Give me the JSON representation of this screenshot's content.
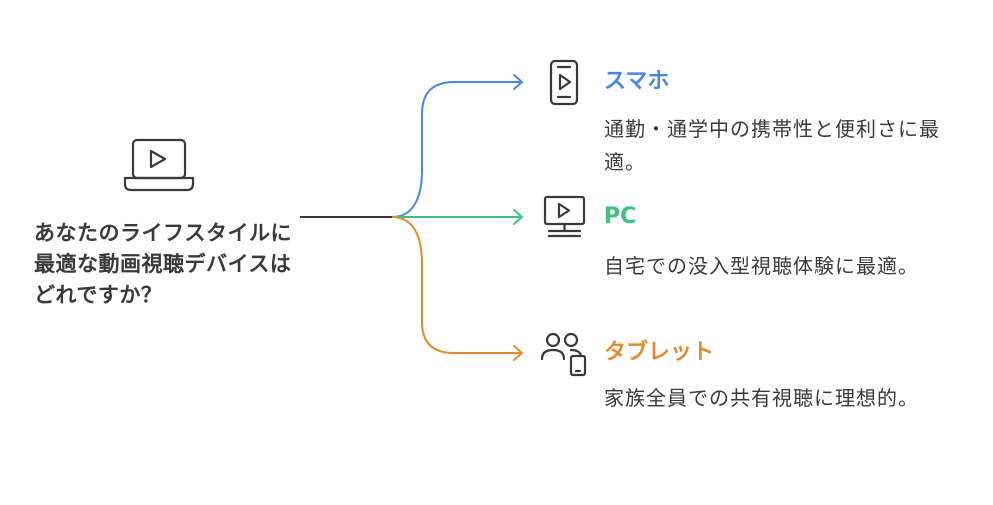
{
  "question": {
    "text": "あなたのライフスタイルに最適な動画視聴デバイスはどれですか？",
    "icon": "laptop-play-icon"
  },
  "options": [
    {
      "title": "スマホ",
      "description": "通勤・通学中の携帯性と便利さに最適。",
      "icon": "smartphone-play-icon",
      "color": "#4a86e8"
    },
    {
      "title": "PC",
      "description": "自宅での没入型視聴体験に最適。",
      "icon": "desktop-play-icon",
      "color": "#3cc27e"
    },
    {
      "title": "タブレット",
      "description": "家族全員での共有視聴に理想的。",
      "icon": "family-tablet-icon",
      "color": "#e28a2d"
    }
  ],
  "colors": {
    "stem": "#3a3a3a",
    "icon": "#3a3a3a",
    "text": "#3a3a3a"
  }
}
